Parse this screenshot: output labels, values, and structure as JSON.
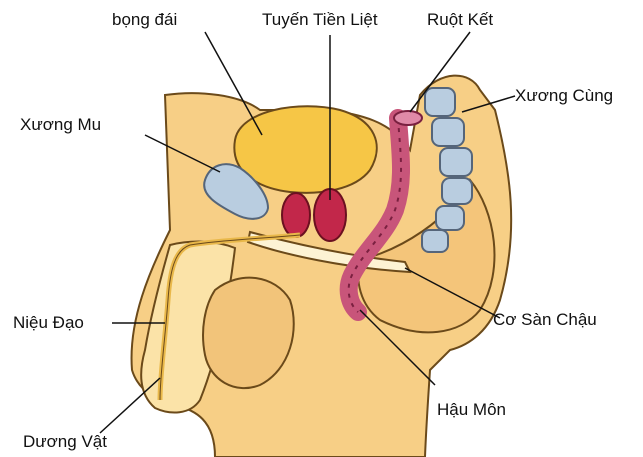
{
  "labels": {
    "bladder": "bọng đái",
    "prostate": "Tuyến Tiền Liệt",
    "colon": "Ruột Kết",
    "pubis": "Xương Mu",
    "sacrum": "Xương Cùng",
    "urethra": "Niệu Đạo",
    "pelvic_floor": "Cơ Sàn Chậu",
    "anus": "Hậu Môn",
    "penis": "Dương Vật"
  },
  "colors": {
    "skin": "#f7cf86",
    "skin_light": "#fbe3a8",
    "outline": "#6b4a1a",
    "bladder": "#f6c646",
    "prostate": "#c2274a",
    "colon": "#c8557a",
    "bone": "#b9cde0",
    "pelvic_floor": "#fdf3d4",
    "leader_line": "#111111"
  }
}
